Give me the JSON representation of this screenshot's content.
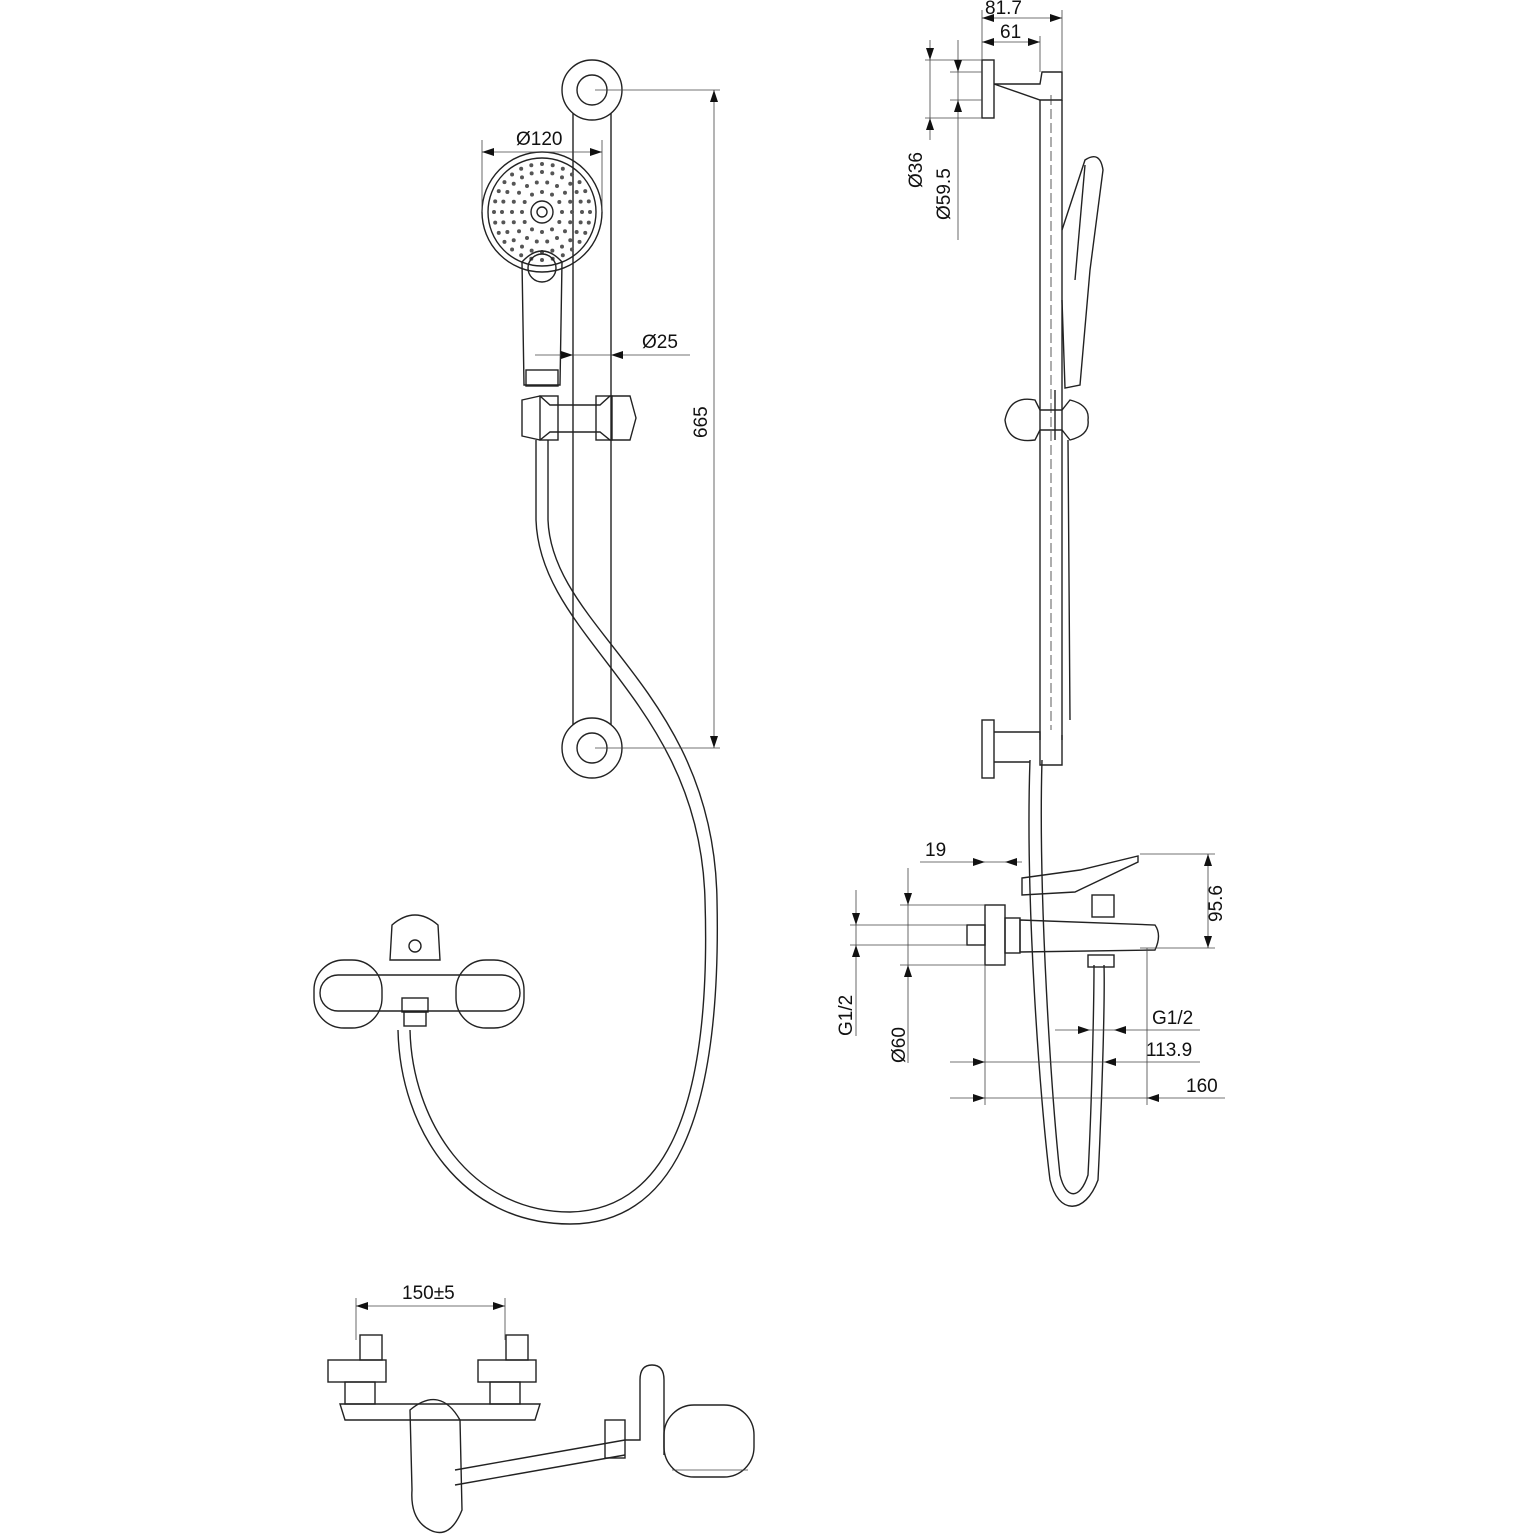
{
  "drawing": {
    "front_view": {
      "head_diameter": "Ø120",
      "rail_diameter": "Ø25",
      "rail_length": "665"
    },
    "side_view": {
      "bracket_offset_outer": "81.7",
      "bracket_offset_inner": "61",
      "bracket_diameter_small": "Ø36",
      "bracket_diameter_large": "Ø59.5",
      "wall_gap": "19",
      "mixer_height": "95.6",
      "inlet_thread": "G1/2",
      "escutcheon_diameter": "Ø60",
      "outlet_thread": "G1/2",
      "outlet_projection": "113.9",
      "spout_projection": "160"
    },
    "top_view": {
      "inlet_spacing": "150±5"
    }
  }
}
